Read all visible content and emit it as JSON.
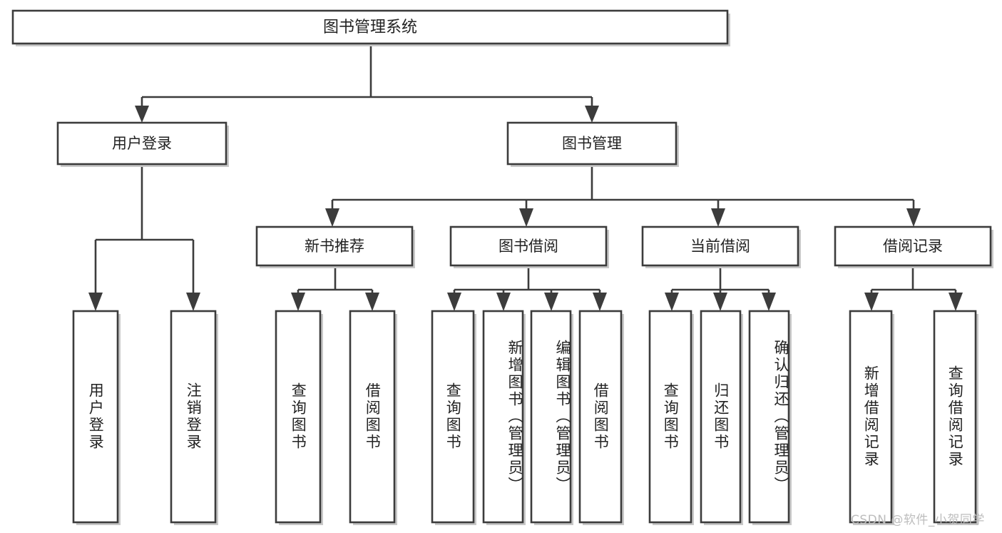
{
  "diagram": {
    "type": "tree",
    "title": "图书管理系统",
    "orientation": "top-down",
    "colors": {
      "box_fill": "#ffffff",
      "box_stroke": "#3c3c3c",
      "connector": "#3c3c3c",
      "text": "#222222",
      "watermark": "#bdbdbd",
      "background": "#ffffff"
    },
    "root": {
      "label": "图书管理系统"
    },
    "level2": [
      {
        "label": "用户登录"
      },
      {
        "label": "图书管理"
      }
    ],
    "level3": [
      {
        "label": "新书推荐"
      },
      {
        "label": "图书借阅"
      },
      {
        "label": "当前借阅"
      },
      {
        "label": "借阅记录"
      }
    ],
    "leaves": {
      "user_login": [
        {
          "label": "用户登录"
        },
        {
          "label": "注销登录"
        }
      ],
      "new_book_recommend": [
        {
          "label": "查询图书"
        },
        {
          "label": "借阅图书"
        }
      ],
      "book_borrow": [
        {
          "label": "查询图书"
        },
        {
          "label": "新增图书（管理员）"
        },
        {
          "label": "编辑图书（管理员）"
        },
        {
          "label": "借阅图书"
        }
      ],
      "current_borrow": [
        {
          "label": "查询图书"
        },
        {
          "label": "归还图书"
        },
        {
          "label": "确认归还（管理员）"
        }
      ],
      "borrow_record": [
        {
          "label": "新增借阅记录"
        },
        {
          "label": "查询借阅记录"
        }
      ]
    }
  },
  "watermark": {
    "text": "CSDN @软件_小贺同学"
  }
}
